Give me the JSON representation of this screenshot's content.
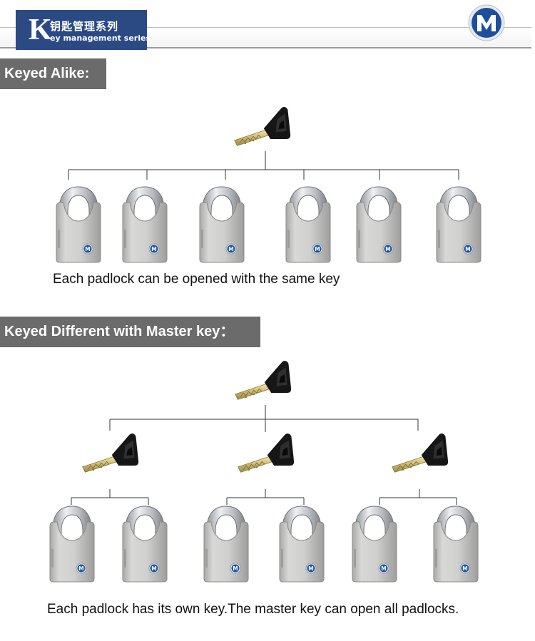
{
  "header": {
    "badge_letter": "K",
    "badge_cn": "钥匙管理系列",
    "badge_en": "ey management series",
    "logo_icon": "m-logo-icon"
  },
  "sections": [
    {
      "title": "Keyed Alike:",
      "caption": "Each padlock can be opened with the same key"
    },
    {
      "title": "Keyed Different with Master key：",
      "caption": "Each padlock has its own key.The master key can open all padlocks."
    }
  ],
  "colors": {
    "header_badge": "#2b4a84",
    "section_bar": "#6b6b6b",
    "lock_body": "#c9c9c7",
    "shackle": "#d4d6d8",
    "key_head": "#1a1a1a",
    "key_blade": "#d9c98a",
    "badge_blue": "#1f56a8"
  },
  "icons": [
    "master-key-icon",
    "padlock-icon",
    "key-icon",
    "m-logo-icon"
  ]
}
